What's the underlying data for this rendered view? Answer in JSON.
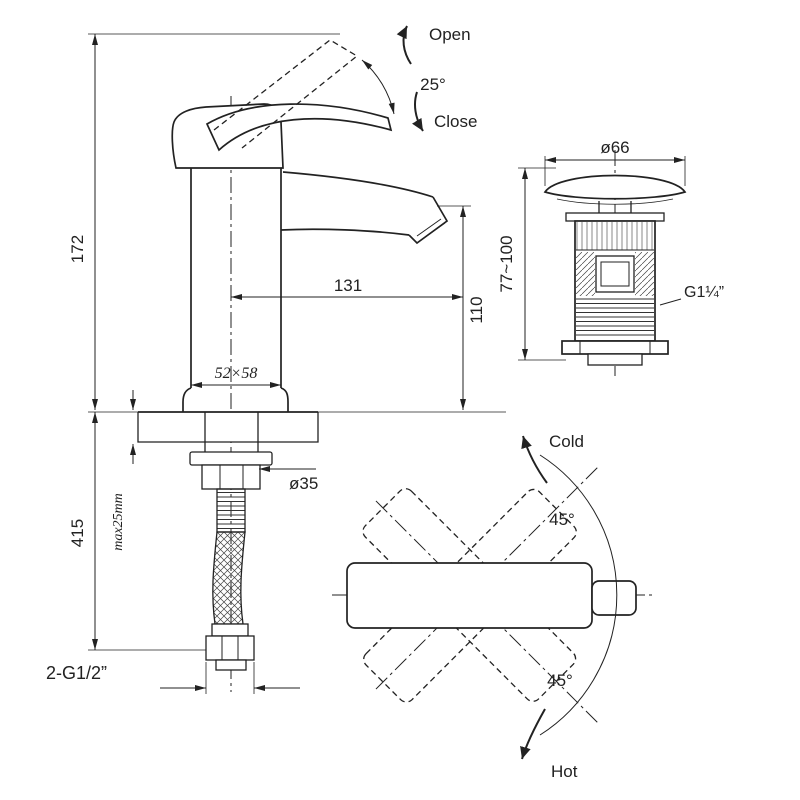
{
  "drawing": {
    "faucet": {
      "open_label": "Open",
      "close_label": "Close",
      "handle_angle": "25°",
      "total_height": "172",
      "spout_reach": "131",
      "spout_height": "110",
      "base_size": "52×58",
      "hole_diameter": "ø35",
      "max_deck_thickness": "max25mm",
      "hose_length": "415",
      "inlet_thread": "2-G1/2”"
    },
    "popup_waste": {
      "cap_diameter": "ø66",
      "height_range": "77~100",
      "thread": "G1¼”"
    },
    "handle_rotation": {
      "cold_label": "Cold",
      "hot_label": "Hot",
      "cold_angle": "45°",
      "hot_angle": "45°"
    }
  },
  "colors": {
    "line": "#222222",
    "background": "#ffffff"
  }
}
